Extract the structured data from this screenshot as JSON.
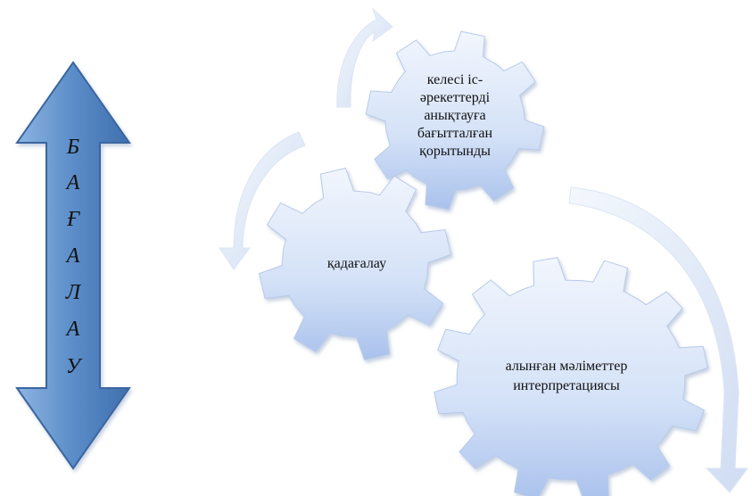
{
  "vertical_arrow": {
    "letters": [
      "Б",
      "А",
      "Ғ",
      "А",
      "Л",
      "А",
      "У"
    ],
    "fill_color": "#5b8dc8",
    "border_color": "#3a66a0"
  },
  "gears": {
    "top": {
      "lines": [
        "келесі іс-",
        "әрекеттерді",
        "анықтауға",
        "бағытталған",
        "қорытынды"
      ]
    },
    "left": {
      "lines": [
        "қадағалау"
      ]
    },
    "bottom": {
      "lines": [
        "алынған мәліметтер",
        "интерпретациясы"
      ]
    }
  },
  "colors": {
    "gear_light": "#eef3fc",
    "gear_dark": "#a9c1ec",
    "cycle_arrow": "#dce6f6"
  },
  "cycle_arrows": [
    "curved-arrow-top",
    "curved-arrow-left",
    "curved-arrow-right"
  ]
}
